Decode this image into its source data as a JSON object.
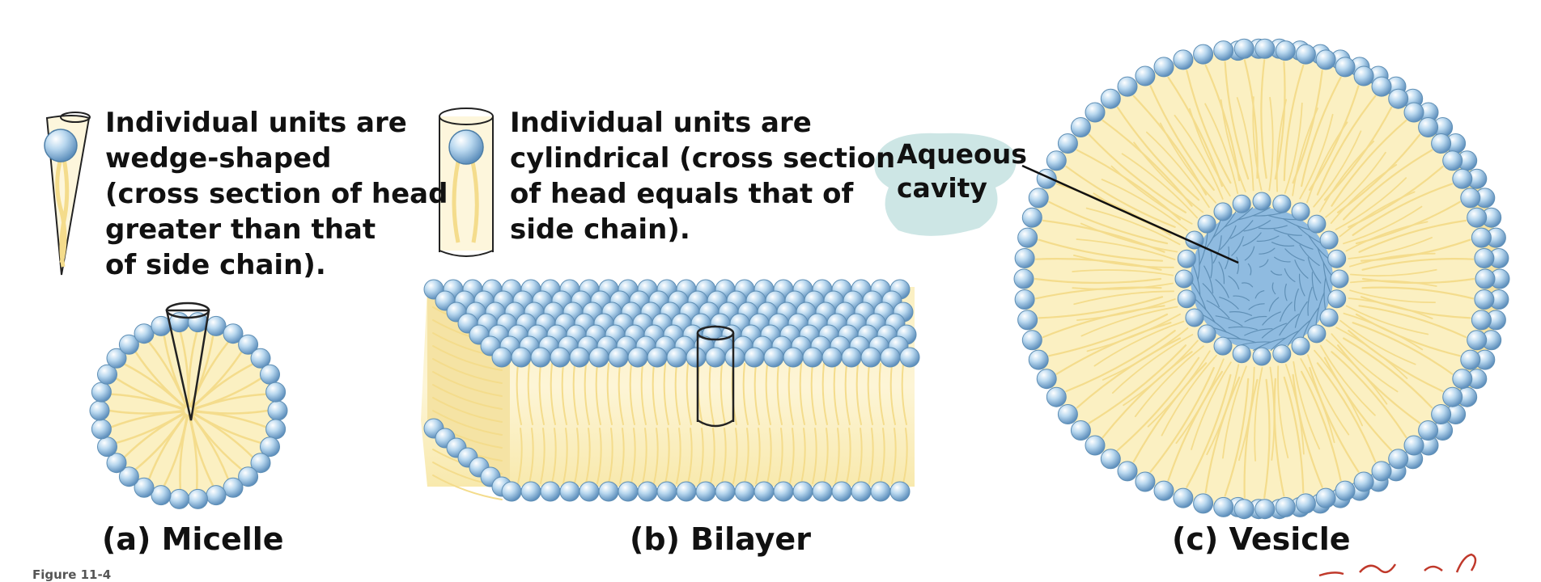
{
  "micelle": {
    "description": "Individual units are\nwedge-shaped\n(cross section of head\ngreater than that\nof side chain).",
    "caption": "(a) Micelle"
  },
  "bilayer": {
    "description": "Individual units are\ncylindrical (cross section\nof head equals that of\nside chain).",
    "caption": "(b) Bilayer"
  },
  "vesicle": {
    "callout": "Aqueous\ncavity",
    "caption": "(c) Vesicle"
  },
  "figure_label": "Figure 11-4",
  "colors": {
    "head_fill": "#a9cde9",
    "head_stroke": "#5f8fb5",
    "tail_region": "#fbefbd",
    "tail_line": "#f4dc8c",
    "callout_highlight": "#c8e3e2",
    "annotation_ink": "#c0392b"
  }
}
